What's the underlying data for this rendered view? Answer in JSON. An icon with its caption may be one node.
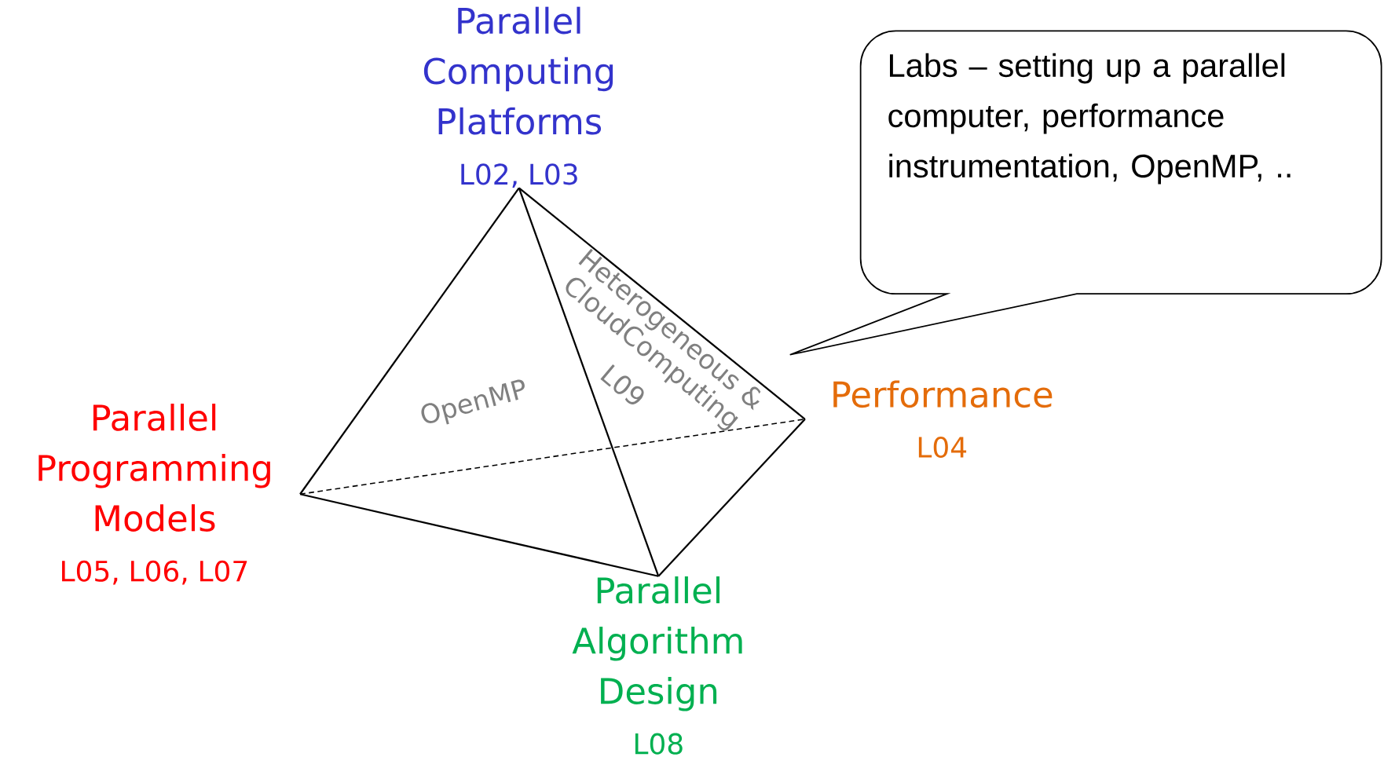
{
  "diagram": {
    "nodes": [
      {
        "text": [
          "Parallel Computing Platforms",
          "L02, L03"
        ]
      },
      {
        "text": [
          "Parallel Programming Models",
          "L05, L06, L07"
        ]
      },
      {
        "text": [
          "Performance",
          "L04"
        ]
      },
      {
        "text": [
          "Parallel Algorithm Design",
          "L08"
        ]
      },
      {
        "text": [
          "Labs – setting up a parallel computer, performance instrumentation, OpenMP, .."
        ]
      }
    ],
    "edges": [
      {
        "from": 0,
        "to": 1,
        "arrow": "none"
      },
      {
        "from": 0,
        "to": 3,
        "arrow": "none"
      },
      {
        "from": 0,
        "to": 2,
        "arrow": "none"
      },
      {
        "from": 1,
        "to": 3,
        "arrow": "none"
      },
      {
        "from": 3,
        "to": 2,
        "arrow": "none"
      },
      {
        "from": 1,
        "to": 2,
        "arrow": "none",
        "style": "dashed"
      }
    ],
    "labels": [
      "OpenMP",
      "Heterogeneous & CloudComputing",
      "L09"
    ]
  }
}
